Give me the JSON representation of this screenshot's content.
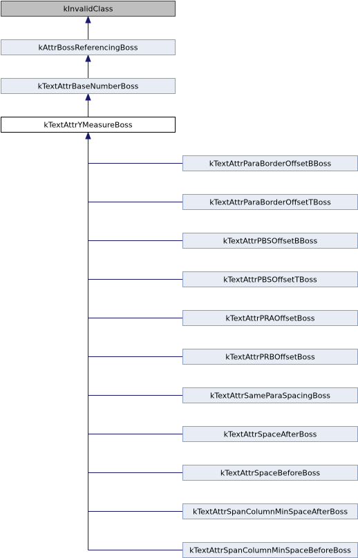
{
  "colors": {
    "grey_fill": "#bfbfbf",
    "grey_border": "#404040",
    "base_fill": "#e8edf5",
    "base_border": "#8a9dc4",
    "focus_fill": "#ffffff",
    "focus_border": "#000000",
    "edge": "#191970"
  },
  "hierarchy": {
    "ancestors": [
      {
        "label": "kInvalidClass",
        "style": "undocumented"
      },
      {
        "label": "kAttrBossReferencingBoss",
        "style": "base"
      },
      {
        "label": "kTextAttrBaseNumberBoss",
        "style": "base"
      }
    ],
    "current": {
      "label": "kTextAttrYMeasureBoss",
      "style": "current"
    },
    "derived": [
      {
        "label": "kTextAttrParaBorderOffsetBBoss"
      },
      {
        "label": "kTextAttrParaBorderOffsetTBoss"
      },
      {
        "label": "kTextAttrPBSOffsetBBoss"
      },
      {
        "label": "kTextAttrPBSOffsetTBoss"
      },
      {
        "label": "kTextAttrPRAOffsetBoss"
      },
      {
        "label": "kTextAttrPRBOffsetBoss"
      },
      {
        "label": "kTextAttrSameParaSpacingBoss"
      },
      {
        "label": "kTextAttrSpaceAfterBoss"
      },
      {
        "label": "kTextAttrSpaceBeforeBoss"
      },
      {
        "label": "kTextAttrSpanColumnMinSpaceAfterBoss"
      },
      {
        "label": "kTextAttrSpanColumnMinSpaceBeforeBoss"
      }
    ]
  }
}
